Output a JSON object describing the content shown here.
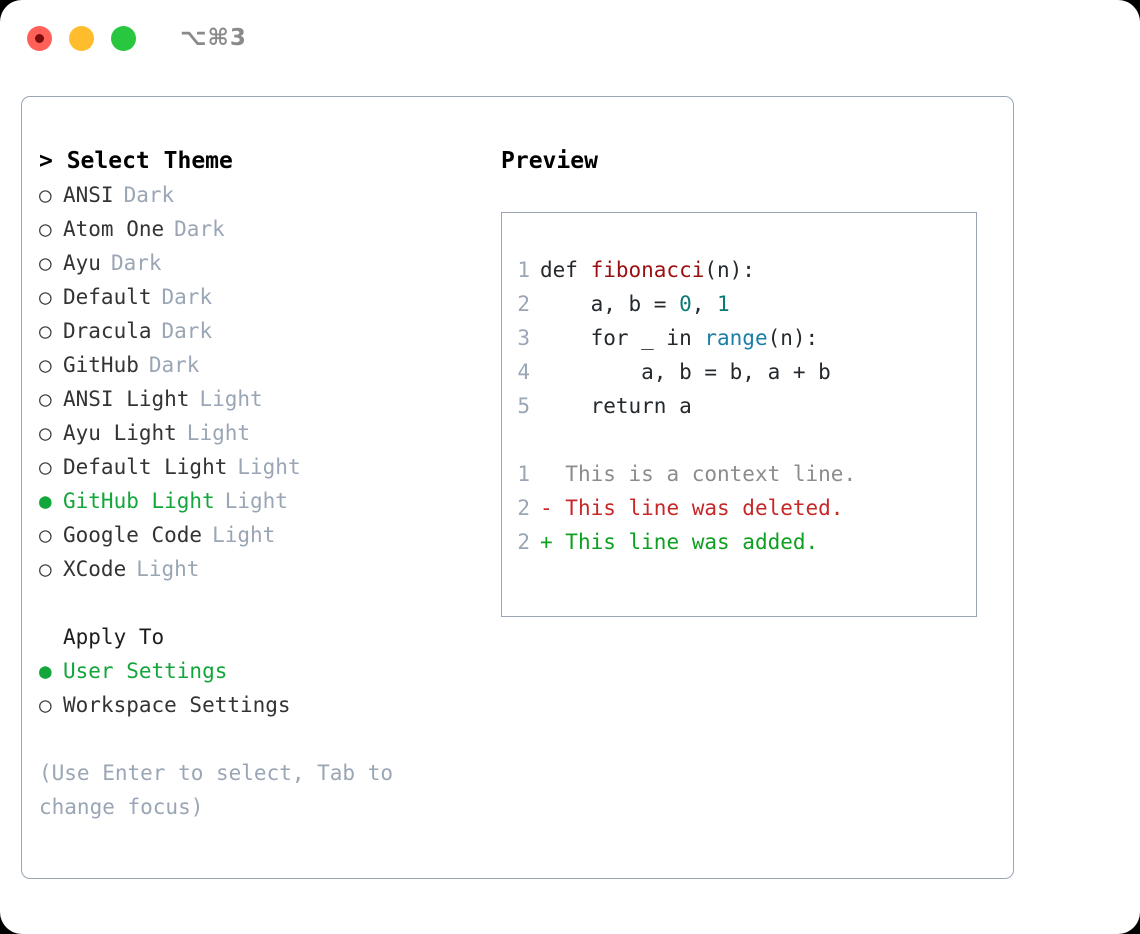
{
  "titlebar": {
    "shortcut": "⌥⌘3",
    "lights": [
      {
        "name": "close",
        "color": "#ff6159"
      },
      {
        "name": "minimize",
        "color": "#ffbd2e"
      },
      {
        "name": "maximize",
        "color": "#29c73f"
      }
    ]
  },
  "left": {
    "title": "> Select Theme",
    "themes": [
      {
        "bullet": "○",
        "name": "ANSI",
        "tag": "Dark",
        "selected": false
      },
      {
        "bullet": "○",
        "name": "Atom One",
        "tag": "Dark",
        "selected": false
      },
      {
        "bullet": "○",
        "name": "Ayu",
        "tag": "Dark",
        "selected": false
      },
      {
        "bullet": "○",
        "name": "Default",
        "tag": "Dark",
        "selected": false
      },
      {
        "bullet": "○",
        "name": "Dracula",
        "tag": "Dark",
        "selected": false
      },
      {
        "bullet": "○",
        "name": "GitHub",
        "tag": "Dark",
        "selected": false
      },
      {
        "bullet": "○",
        "name": "ANSI Light",
        "tag": "Light",
        "selected": false
      },
      {
        "bullet": "○",
        "name": "Ayu Light",
        "tag": "Light",
        "selected": false
      },
      {
        "bullet": "○",
        "name": "Default Light",
        "tag": "Light",
        "selected": false
      },
      {
        "bullet": "●",
        "name": "GitHub Light",
        "tag": "Light",
        "selected": true
      },
      {
        "bullet": "○",
        "name": "Google Code",
        "tag": "Light",
        "selected": false
      },
      {
        "bullet": "○",
        "name": "XCode",
        "tag": "Light",
        "selected": false
      }
    ],
    "apply_heading": "Apply To",
    "apply_options": [
      {
        "bullet": "●",
        "name": "User Settings",
        "selected": true
      },
      {
        "bullet": "○",
        "name": "Workspace Settings",
        "selected": false
      }
    ],
    "hint": "(Use Enter to select, Tab to change focus)"
  },
  "right": {
    "title": "Preview",
    "code_lines": [
      {
        "no": "1",
        "tokens": [
          {
            "t": "def ",
            "c": "tok-def"
          },
          {
            "t": "fibonacci",
            "c": "tok-fn"
          },
          {
            "t": "(n):",
            "c": "code-text"
          }
        ]
      },
      {
        "no": "2",
        "tokens": [
          {
            "t": "    a, b = ",
            "c": "code-text"
          },
          {
            "t": "0",
            "c": "tok-num"
          },
          {
            "t": ", ",
            "c": "code-text"
          },
          {
            "t": "1",
            "c": "tok-num"
          }
        ]
      },
      {
        "no": "3",
        "tokens": [
          {
            "t": "    for _ in ",
            "c": "code-text"
          },
          {
            "t": "range",
            "c": "tok-builtin"
          },
          {
            "t": "(n):",
            "c": "code-text"
          }
        ]
      },
      {
        "no": "4",
        "tokens": [
          {
            "t": "        a, b = b, a + b",
            "c": "code-text"
          }
        ]
      },
      {
        "no": "5",
        "tokens": [
          {
            "t": "    return a",
            "c": "code-text"
          }
        ]
      }
    ],
    "diff_lines": [
      {
        "no": "1",
        "marker": "  ",
        "text": "This is a context line.",
        "kind": "diff-context"
      },
      {
        "no": "2",
        "marker": "- ",
        "text": "This line was deleted.",
        "kind": "diff-del"
      },
      {
        "no": "2",
        "marker": "+ ",
        "text": "This line was added.",
        "kind": "diff-add"
      }
    ]
  },
  "colors": {
    "accent_green": "#13a63b",
    "muted": "#9aa6b5",
    "diff_add": "#0ea021",
    "diff_del": "#c62828",
    "fn_red": "#9b0f12",
    "num_teal": "#0b7a75",
    "builtin_blue": "#1a7fa8"
  }
}
